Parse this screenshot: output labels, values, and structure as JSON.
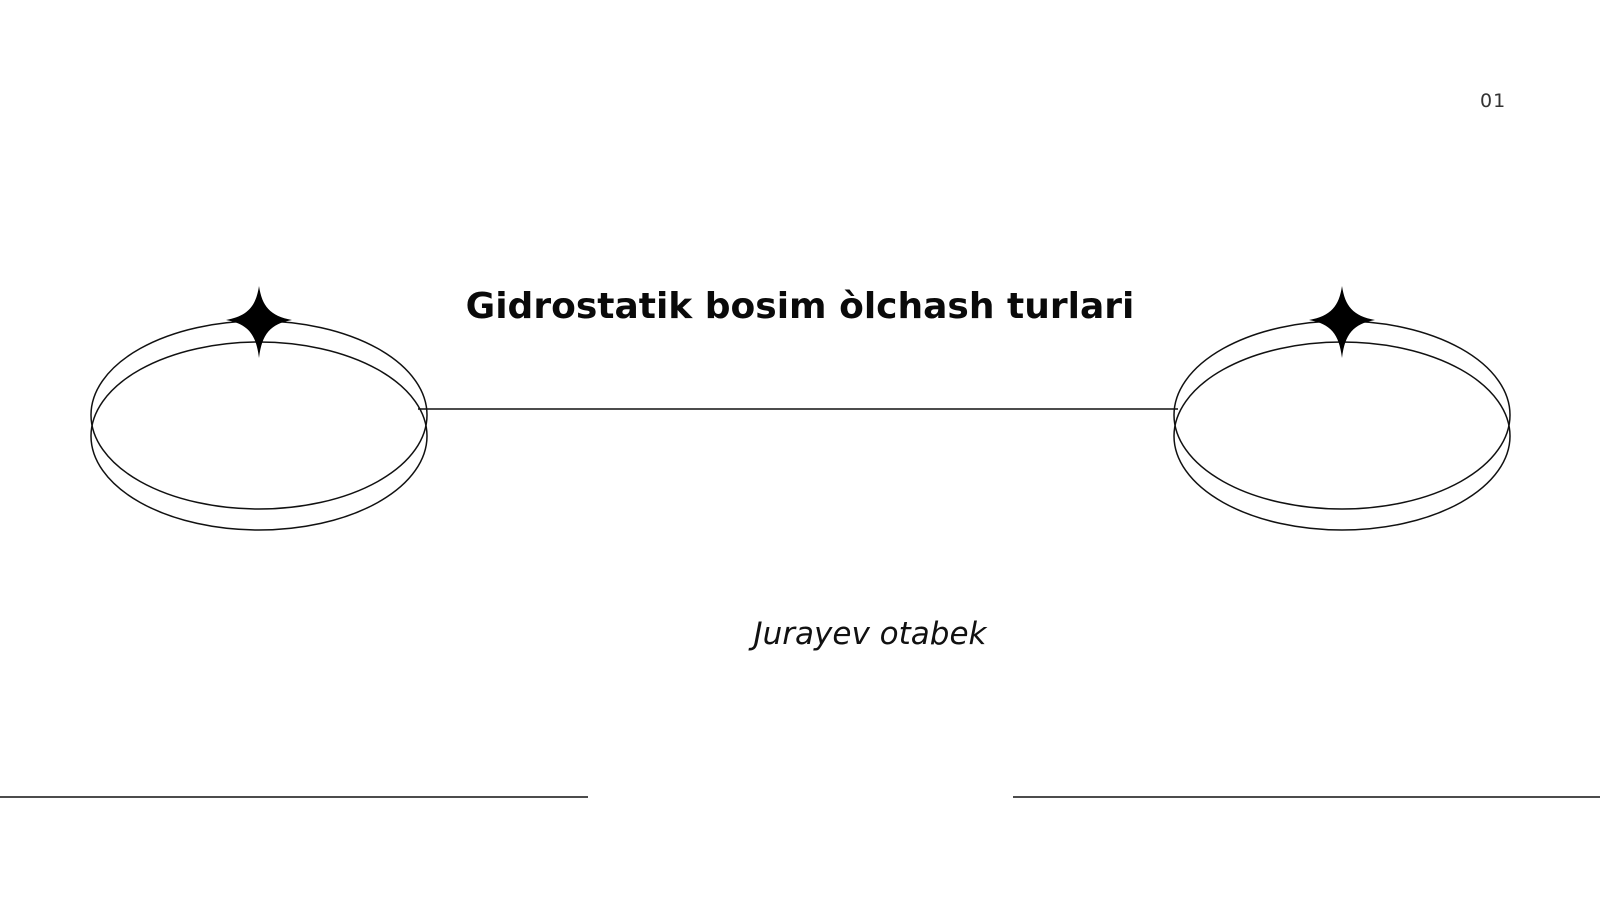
{
  "slide": {
    "page_number": "01",
    "title": "Gidrostatik bosim òlchash turlari",
    "author": "Jurayev otabek"
  },
  "decor": {
    "line_color": "#111111",
    "star_color": "#000000",
    "icons": [
      "orbit-ring-left-icon",
      "orbit-ring-right-icon",
      "sparkle-star-icon"
    ]
  }
}
